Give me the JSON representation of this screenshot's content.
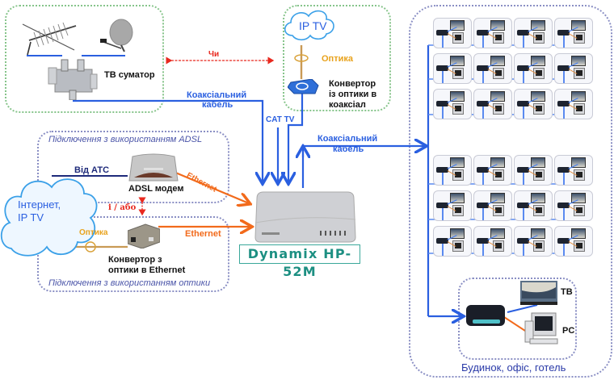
{
  "diagram": {
    "title_device": "Dynamix HP-52M",
    "groups": {
      "tv_sources": {
        "label": "ТВ суматор",
        "items": [
          "antenna",
          "satellite-dish",
          "tv-combiner"
        ]
      },
      "iptv": {
        "cloud_label": "IP TV",
        "fiber_label": "Оптика",
        "converter_label_lines": [
          "Конвертор",
          "із оптики в",
          "коаксіал"
        ]
      },
      "adsl": {
        "caption": "Підключення з використанням ADSL",
        "from_label": "Від АТС",
        "device_label": "ADSL модем",
        "ethernet_label": "Ethernet"
      },
      "internet": {
        "cloud_label_lines": [
          "Інтернет,",
          "IP TV"
        ],
        "and_or_label": "і / або"
      },
      "fiber": {
        "caption": "Підключення з використанням оптики",
        "fiber_label": "Оптика",
        "converter_label_lines": [
          "Конвертор з",
          "оптики в Ethernet"
        ],
        "ethernet_label": "Ethernet"
      },
      "premises": {
        "caption": "Будинок, офіс, готель",
        "tv_label": "ТВ",
        "pc_label": "PC",
        "upper_grid": {
          "rows": 3,
          "cols": 4
        },
        "lower_grid": {
          "rows": 3,
          "cols": 4
        }
      }
    },
    "links": {
      "chi_label": "Чи",
      "coax_top_lines": [
        "Коаксіальний",
        "кабель"
      ],
      "cat_tv_label": "CAT TV",
      "coax_out_lines": [
        "Коаксіальний",
        "кабель"
      ]
    },
    "colors": {
      "coax": "#2a5fe0",
      "ethernet": "#f26a1b",
      "fiber": "#c99a55",
      "alt": "#e8281e",
      "model": "#1d8f82"
    }
  }
}
